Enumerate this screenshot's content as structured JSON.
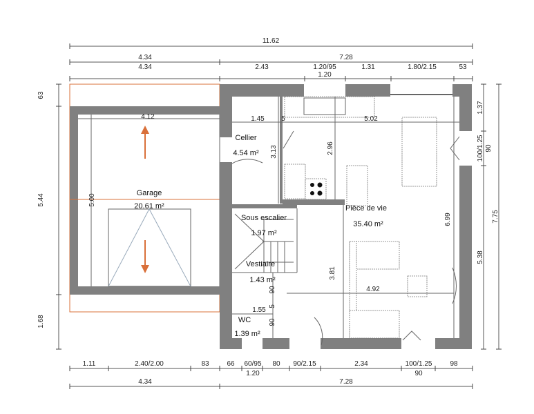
{
  "rooms": {
    "garage": {
      "name": "Garage",
      "area": "20.61 m²"
    },
    "cellier": {
      "name": "Cellier",
      "area": "4.54 m²"
    },
    "sous_escalier": {
      "name": "Sous escalier",
      "area": "1.97 m²"
    },
    "vestiaire": {
      "name": "Vestiaire",
      "area": "1.43 m²"
    },
    "wc": {
      "name": "WC",
      "area": "1.39 m²"
    },
    "piece_de_vie": {
      "name": "Pièce de vie",
      "area": "35.40 m²"
    }
  },
  "dimensions": {
    "top_total": "11.62",
    "top_row2": [
      "4.34",
      "7.28"
    ],
    "top_row3": [
      "4.34",
      "2.43",
      "1.20/95",
      "1.31",
      "1.80/2.15",
      "53"
    ],
    "top_row3_sub": "1.20",
    "bottom_row1": [
      "1.11",
      "2.40/2.00",
      "83",
      "66",
      "60/95",
      "80",
      "90/2.15",
      "2.34",
      "100/1.25",
      "98"
    ],
    "bottom_row1_sub": [
      "1.20",
      "90"
    ],
    "bottom_row2": [
      "4.34",
      "7.28"
    ],
    "left": [
      "63",
      "5.44",
      "1.68"
    ],
    "right_inner": [
      "1.37",
      "100/1.25",
      "90",
      "5.38"
    ],
    "right_outer": "7.75",
    "interior": {
      "garage_width": "4.12",
      "garage_depth": "5.00",
      "cellier_width": "1.45",
      "wall_5": "5",
      "kitchen_width": "5.02",
      "cellier_depth": "3.13",
      "kitchen_depth": "2.96",
      "living_depth": "6.99",
      "living_depth2": "3.81",
      "living_width": "4.92",
      "hall_width": "1.55",
      "vest_door": "90",
      "hall_5": "5",
      "wc_door": "90"
    }
  },
  "colors": {
    "wall": "#808080",
    "garage_outline": "#d9703a",
    "arrow": "#d9703a"
  }
}
